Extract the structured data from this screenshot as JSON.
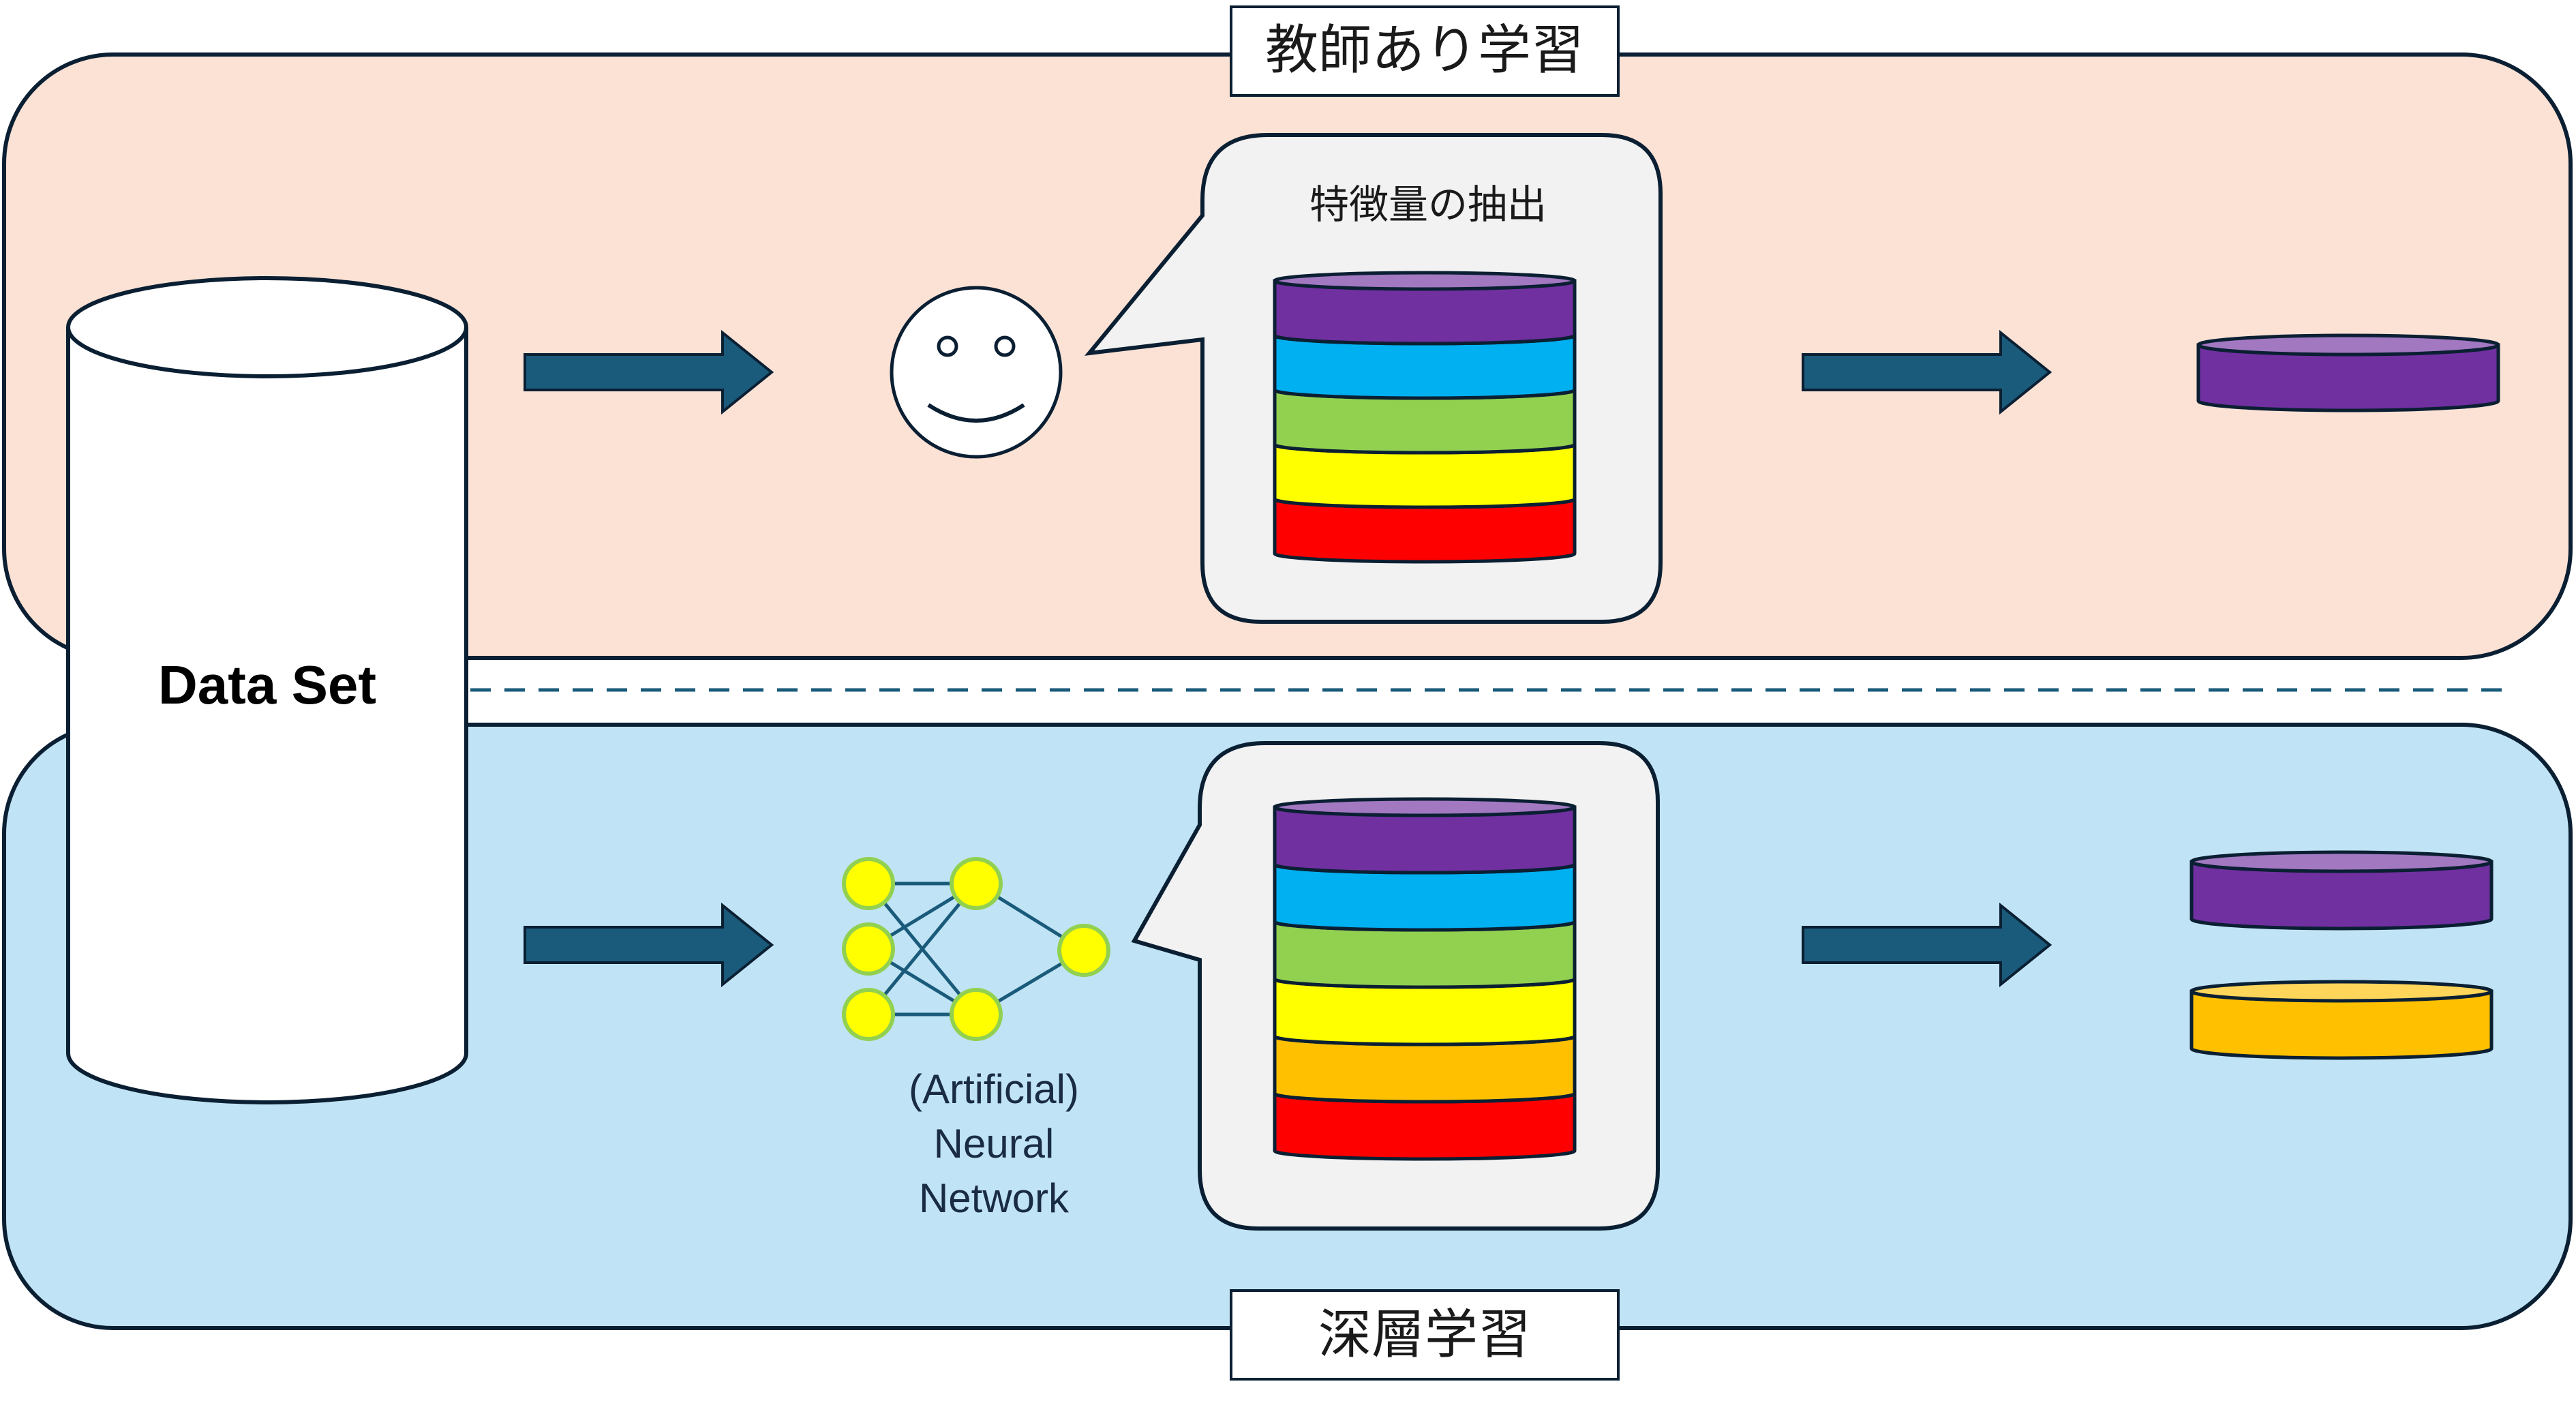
{
  "panels": {
    "top": {
      "title": "教師あり学習",
      "fill": "#fbe2d5",
      "bubble_label": "特徴量の抽出"
    },
    "bottom": {
      "title": "深層学習",
      "fill": "#c0e4f5",
      "nn_label_line1": "(Artificial)",
      "nn_label_line2": "Neural",
      "nn_label_line3": "Network"
    }
  },
  "dataset": {
    "label": "Data Set"
  },
  "colors": {
    "outline": "#0b1f33",
    "arrow": "#1a5a7a",
    "divider": "#1a5a7a",
    "bubble": "#f2f2f2",
    "node_fill": "#ffff00",
    "node_stroke": "#92d050",
    "layers": {
      "purple": "#7030a0",
      "blue": "#00b0f0",
      "green": "#92d050",
      "yellow": "#ffff00",
      "orange": "#ffc000",
      "red": "#ff0000"
    }
  },
  "icons": {
    "top_agent": "smiley-face-icon",
    "bottom_agent": "neural-network-icon",
    "dataset": "cylinder-database-icon"
  }
}
